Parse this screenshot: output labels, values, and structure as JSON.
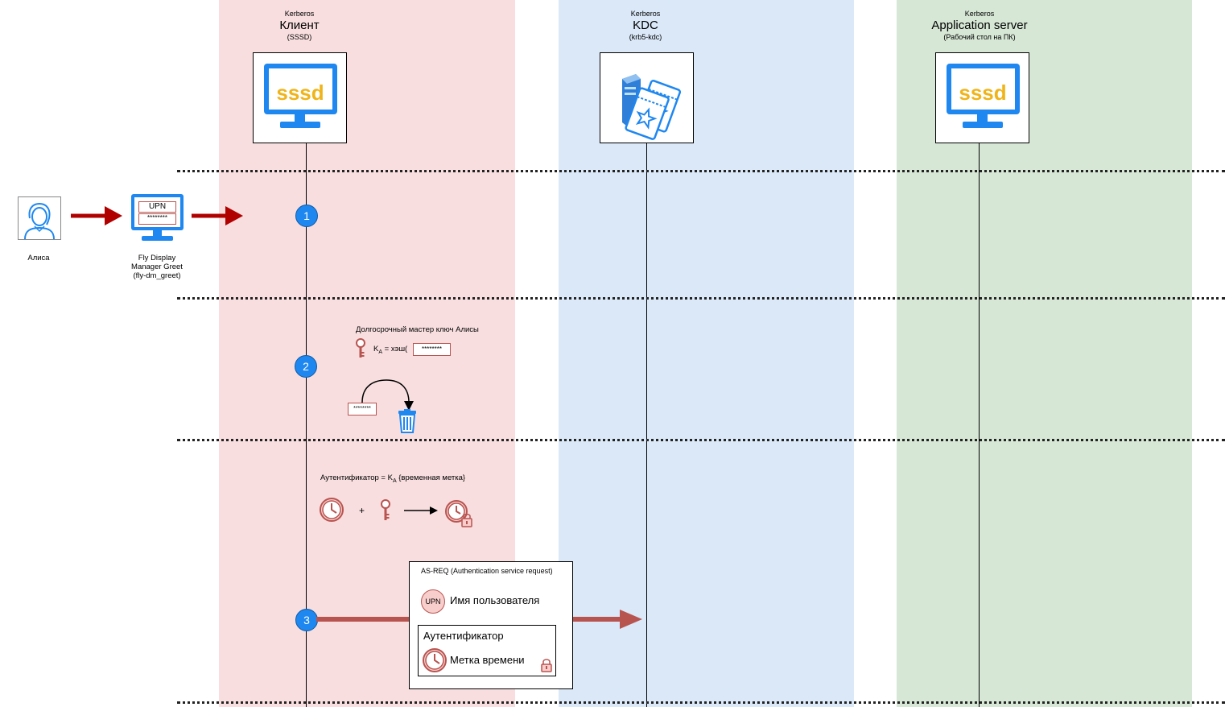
{
  "lanes": {
    "client": {
      "small_top": "Kerberos",
      "title": "Клиент",
      "subtitle": "(SSSD)"
    },
    "kdc": {
      "small_top": "Kerberos",
      "title": "KDC",
      "subtitle": "(krb5-kdc)"
    },
    "app": {
      "small_top": "Kerberos",
      "title": "Application server",
      "subtitle": "(Рабочий стол на ПК)"
    }
  },
  "logos": {
    "sssd_text": "sssd"
  },
  "actors": {
    "user_label": "Алиса",
    "greeter_label_1": "Fly Display",
    "greeter_label_2": "Manager Greet",
    "greeter_label_3": "(fly-dm_greet)",
    "greeter_upn": "UPN",
    "greeter_password": "********"
  },
  "steps": [
    "1",
    "2",
    "3"
  ],
  "step2": {
    "title": "Долгосрочный мастер ключ Алисы",
    "formula_k": "K",
    "formula_sub": "A",
    "formula_rest": " = хэш(",
    "password": "********",
    "discard_password": "********"
  },
  "step3": {
    "formula_prefix": "Аутентификатор = K",
    "formula_sub": "A",
    "formula_suffix": " {временная метка}",
    "plus": "+"
  },
  "as_req": {
    "title": "AS-REQ  (Authentication service request)",
    "upn_badge": "UPN",
    "username": "Имя пользователя",
    "auth_title": "Аутентификатор",
    "timestamp": "Метка времени"
  },
  "colors": {
    "client_lane": "#f8dedf",
    "kdc_lane": "#dae8f8",
    "app_lane": "#d6e7d5",
    "arrow_dark_red": "#b00000",
    "arrow_red": "#b85450",
    "step_blue": "#1e87f0",
    "sssd_yellow": "#f0b41a"
  }
}
